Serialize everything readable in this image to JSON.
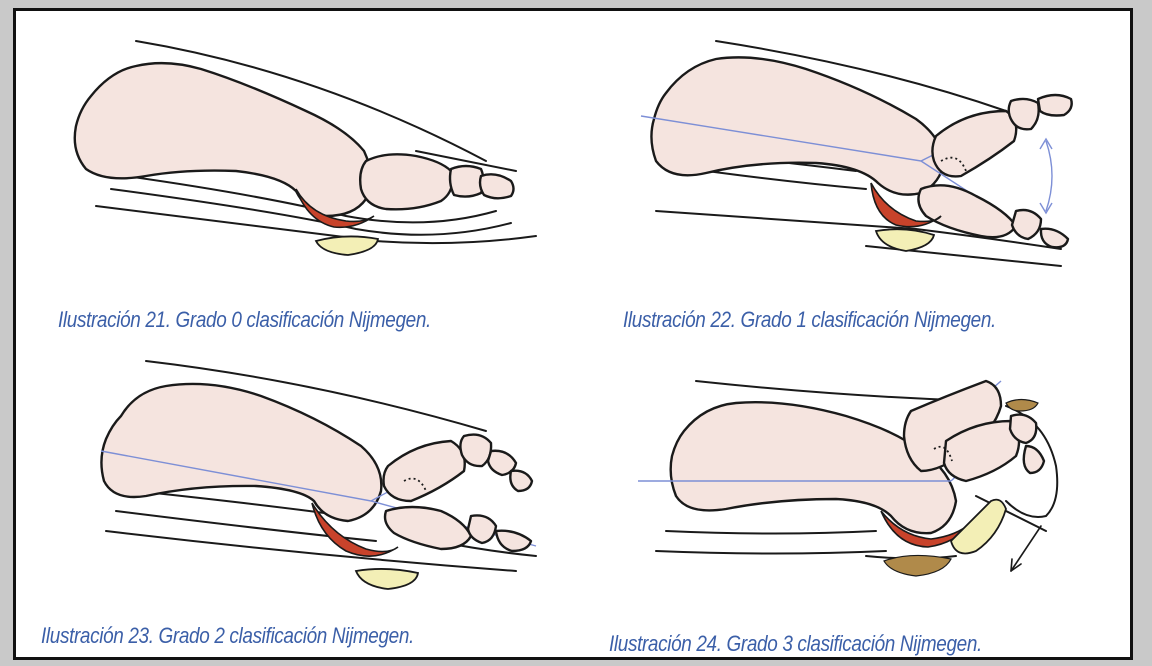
{
  "panels": [
    {
      "id": "grade-0",
      "caption": "Ilustración 21. Grado 0 clasificación Nijmegen."
    },
    {
      "id": "grade-1",
      "caption": "Ilustración 22. Grado 1 clasificación Nijmegen."
    },
    {
      "id": "grade-2",
      "caption": "Ilustración 23. Grado 2 clasificación Nijmegen."
    },
    {
      "id": "grade-3",
      "caption": "Ilustración 24. Grado 3 clasificación Nijmegen."
    }
  ],
  "colors": {
    "bone": "#f5e4df",
    "outline": "#1a1a1a",
    "tendon": "#c8432b",
    "fat_pad": "#f3efb6",
    "axis_line": "#7d8fd6",
    "caption_text": "#3b5fa8"
  }
}
